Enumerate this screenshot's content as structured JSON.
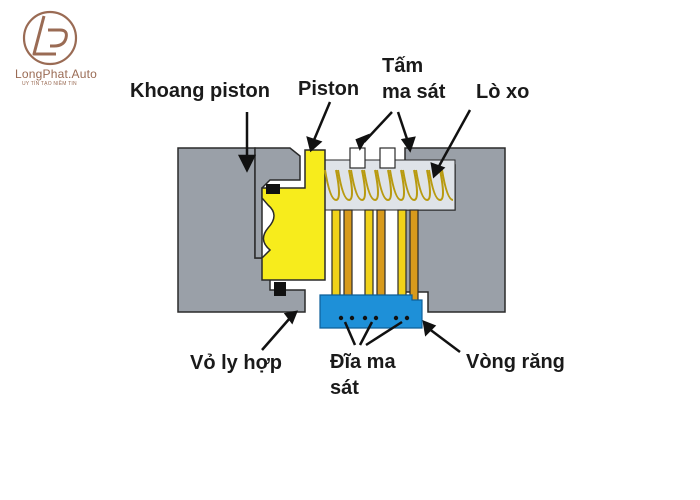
{
  "logo": {
    "name": "LongPhat.Auto",
    "tagline": "UY TÍN TẠO NIỀM TIN",
    "mark_letters": "LP"
  },
  "labels": {
    "piston_chamber": "Khoang piston",
    "piston": "Piston",
    "friction_plate_line1": "Tấm",
    "friction_plate_line2": "ma sát",
    "spring": "Lò xo",
    "clutch_housing": "Vỏ ly hợp",
    "friction_disc_line1": "Đĩa ma",
    "friction_disc_line2": "sát",
    "ring_gear": "Vòng răng"
  },
  "colors": {
    "housing": "#9aa0a8",
    "housing_stroke": "#2a2a2a",
    "piston": "#f7ec1c",
    "spring": "#f0d21a",
    "friction_disc": "#d89a1c",
    "ring_gear": "#1e90d8",
    "seal": "#111111",
    "logo": "#9a6b54",
    "text": "#1a1a1a"
  }
}
